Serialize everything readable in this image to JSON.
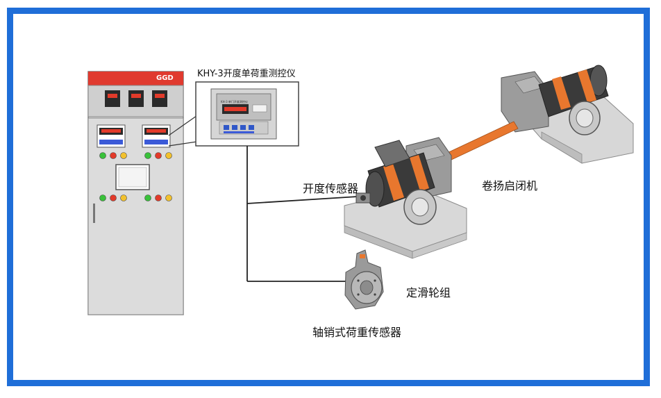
{
  "labels": {
    "instrument_title": "KHY-3开度单荷重测控仪",
    "opening_sensor": "开度传感器",
    "hoist": "卷扬启闭机",
    "fixed_pulley": "定滑轮组",
    "pin_sensor": "轴销式荷重传感器",
    "cabinet_brand": "GGD",
    "panel_small_title": "KH-3 单门开度测控仪"
  },
  "colors": {
    "frame_border": "#1f6ed8",
    "cabinet_top": "#e03a2f",
    "cabinet_body": "#d9d9d9",
    "motor_orange": "#e8772e",
    "led_green": "#39c13a",
    "led_red": "#e23a2a",
    "led_yellow": "#f2c12e"
  }
}
